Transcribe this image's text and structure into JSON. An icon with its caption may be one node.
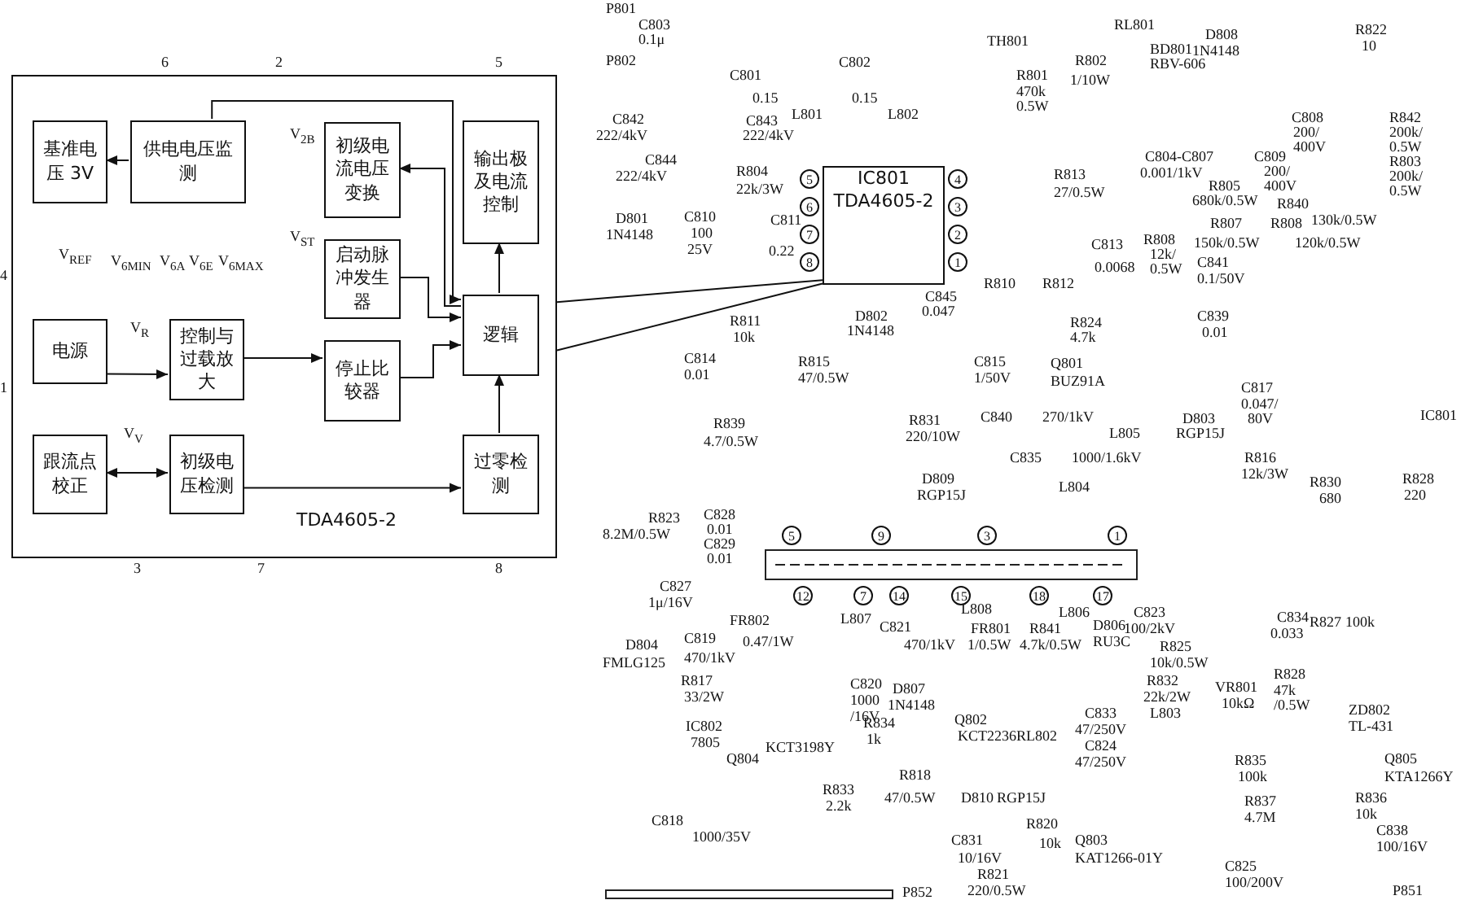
{
  "diagram": {
    "nodes": [
      {
        "text": [
          "TDA4605-2"
        ]
      },
      {
        "text": [
          "基准电压 3V"
        ],
        "in": 0
      },
      {
        "text": [
          "供电电压监测"
        ],
        "in": 0
      },
      {
        "text": [
          "初级电流电压变换"
        ],
        "in": 0
      },
      {
        "text": [
          "启动脉冲发生器"
        ],
        "in": 0
      },
      {
        "text": [
          "输出极及电流控制"
        ],
        "in": 0
      },
      {
        "text": [
          "电源"
        ],
        "in": 0
      },
      {
        "text": [
          "控制与过载放大"
        ],
        "in": 0
      },
      {
        "text": [
          "停止比较器"
        ],
        "in": 0
      },
      {
        "text": [
          "逻辑"
        ],
        "in": 0
      },
      {
        "text": [
          "跟流点校正"
        ],
        "in": 0
      },
      {
        "text": [
          "初级电压检测"
        ],
        "in": 0
      },
      {
        "text": [
          "过零检测"
        ],
        "in": 0
      },
      {
        "text": [
          "IC801",
          "TDA4605-2"
        ]
      }
    ],
    "edges": [
      {
        "from": 2,
        "to": 1,
        "arrow": "to"
      },
      {
        "from": 9,
        "to": 3,
        "arrow": "to"
      },
      {
        "from": 4,
        "to": 9,
        "arrow": "to"
      },
      {
        "from": 7,
        "to": 8,
        "arrow": "to"
      },
      {
        "from": 8,
        "to": 9,
        "arrow": "to"
      },
      {
        "from": 9,
        "to": 5,
        "arrow": "to"
      },
      {
        "from": 12,
        "to": 9,
        "arrow": "to"
      },
      {
        "from": 6,
        "to": 7,
        "arrow": "to"
      },
      {
        "from": 10,
        "to": 11,
        "arrow": "both"
      },
      {
        "from": 11,
        "to": 12,
        "arrow": "to"
      },
      {
        "from": 2,
        "to": 9,
        "arrow": "to"
      },
      {
        "from": 0,
        "to": 13,
        "arrow": "none"
      },
      {
        "from": 0,
        "to": 13,
        "arrow": "none"
      }
    ],
    "labels": [
      "6",
      "2",
      "5",
      "V$_{2B}$",
      "V$_{ST}$",
      "V$_{REF}$",
      "V$_{6MIN}$",
      "V$_{6A}$",
      "V$_{6E}$",
      "V$_{6MAX}$",
      "4",
      "V$_{R}$",
      "1",
      "V$_{V}$",
      "3",
      "7",
      "8",
      "P801",
      "C803",
      "0.1μ",
      "P802",
      "C801",
      "0.15",
      "C802",
      "0.15",
      "L801",
      "L802",
      "C842",
      "222/4kV",
      "C843",
      "222/4kV",
      "C844",
      "222/4kV",
      "R804",
      "22k/3W",
      "5",
      "6",
      "7",
      "8",
      "4",
      "3",
      "2",
      "1",
      "C810",
      "100",
      "25V",
      "C811",
      "0.22",
      "D801",
      "1N4148",
      "C845",
      "0.047",
      "R810",
      "R812",
      "C813",
      "0.0068",
      "R808",
      "12k/",
      "0.5W",
      "C841",
      "0.1/50V",
      "R811",
      "10k",
      "D802",
      "1N4148",
      "R824",
      "4.7k",
      "C839",
      "0.01",
      "C814",
      "0.01",
      "R815",
      "47/0.5W",
      "C815",
      "1/50V",
      "Q801",
      "BUZ91A",
      "R839",
      "4.7/0.5W",
      "R831",
      "220/10W",
      "C840",
      "270/1kV",
      "C817",
      "0.047/",
      "D803",
      "80V",
      "RGP15J",
      "IC801",
      "L805",
      "C835",
      "1000/1.6kV",
      "R816",
      "12k/3W",
      "L804",
      "D809",
      "RGP15J",
      "R830",
      "680",
      "R828",
      "220",
      "TH801",
      "RL801",
      "BD801",
      "RBV-606",
      "D808",
      "1N4148",
      "R822",
      "10",
      "R801",
      "470k",
      "0.5W",
      "R802",
      "1/10W",
      "C804-C807",
      "0.001/1kV",
      "C808",
      "200/",
      "400V",
      "C809",
      "200/",
      "400V",
      "R842",
      "200k/",
      "0.5W",
      "R803",
      "200k/",
      "0.5W",
      "R813",
      "27/0.5W",
      "R805",
      "680k/0.5W",
      "R840",
      "R807",
      "R808",
      "130k/0.5W",
      "150k/0.5W",
      "120k/0.5W",
      "R823",
      "8.2M/0.5W",
      "C828",
      "0.01",
      "C829",
      "0.01",
      "5",
      "9",
      "3",
      "1",
      "12",
      "7",
      "14",
      "15",
      "18",
      "17",
      "C827",
      "1μ/16V",
      "FR802",
      "0.47/1W",
      "L807",
      "C821",
      "470/1kV",
      "L808",
      "FR801",
      "1/0.5W",
      "R841",
      "4.7k/0.5W",
      "L806",
      "D806",
      "RU3C",
      "C823",
      "100/2kV",
      "R825",
      "10k/0.5W",
      "C834",
      "0.033",
      "R827",
      "100k",
      "D804",
      "FMLG125",
      "C819",
      "470/1kV",
      "R817",
      "33/2W",
      "IC802",
      "7805",
      "C820",
      "1000",
      "/16V",
      "D807",
      "1N4148",
      "Q802",
      "KCT2236",
      "RL802",
      "VR801",
      "10kΩ",
      "R828",
      "47k",
      "/0.5W",
      "R832",
      "22k/2W",
      "C833",
      "L803",
      "47/250V",
      "C824",
      "47/250V",
      "R834",
      "1k",
      "Q804",
      "KCT3198Y",
      "ZD802",
      "TL-431",
      "R833",
      "2.2k",
      "R818",
      "47/0.5W",
      "D810",
      "RGP15J",
      "R835",
      "100k",
      "Q805",
      "KTA1266Y",
      "R836",
      "10k",
      "R837",
      "4.7M",
      "C838",
      "100/16V",
      "C818",
      "1000/35V",
      "R820",
      "10k",
      "Q803",
      "KAT1266-01Y",
      "C831",
      "10/16V",
      "R821",
      "220/0.5W",
      "C825",
      "100/200V",
      "P852",
      "P851"
    ]
  }
}
